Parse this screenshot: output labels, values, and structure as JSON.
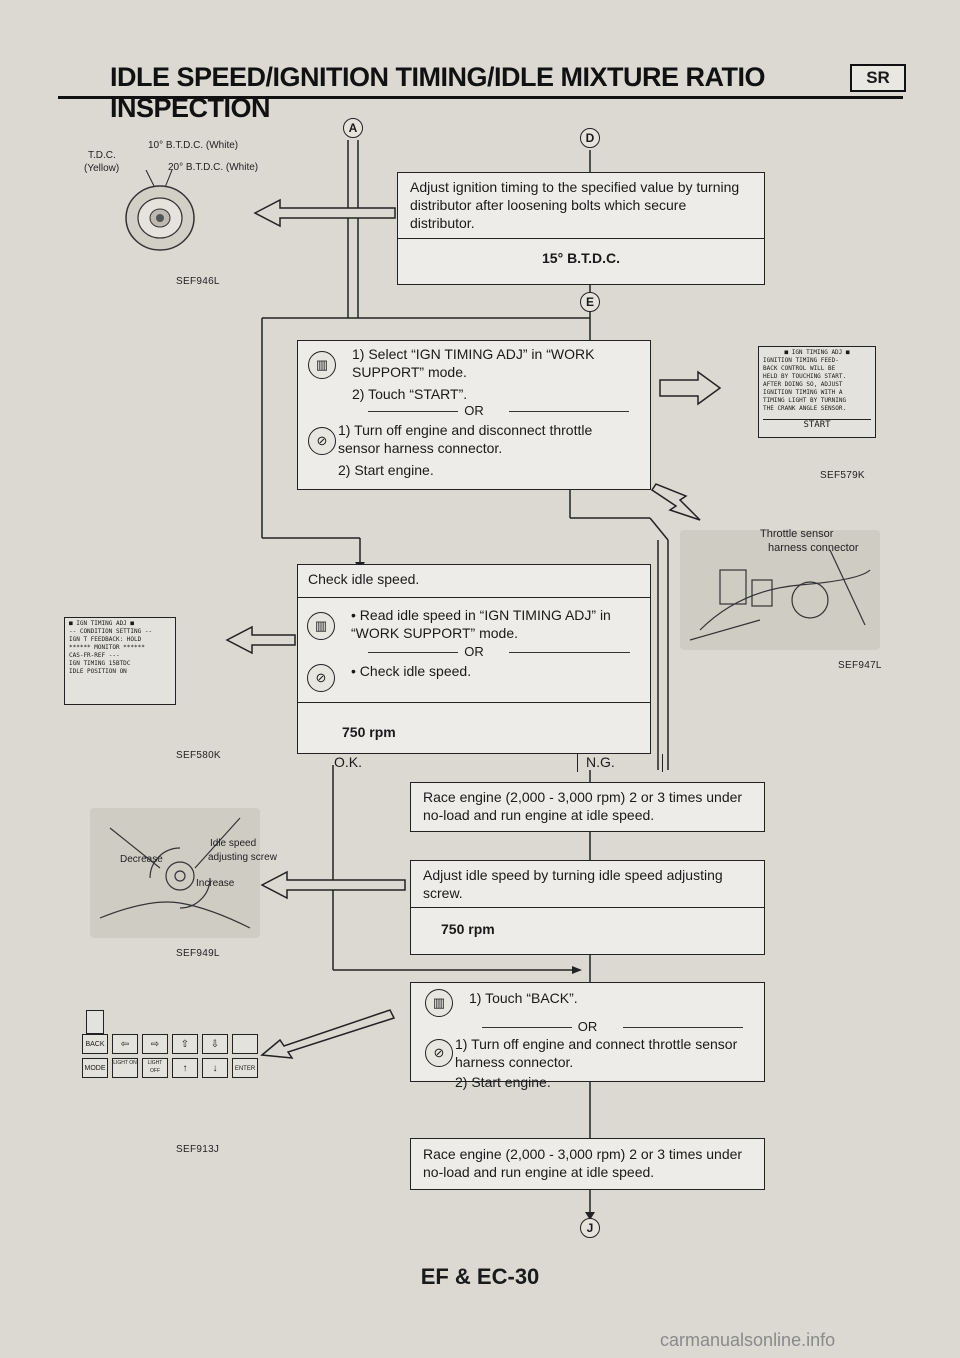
{
  "header": {
    "title": "IDLE SPEED/IGNITION TIMING/IDLE MIXTURE RATIO INSPECTION",
    "badge": "SR"
  },
  "connectors": {
    "a": "A",
    "d": "D",
    "e": "E",
    "j": "J"
  },
  "figures": {
    "timing_mark": {
      "tdc": "T.D.C.",
      "tdc_color": "(Yellow)",
      "btdc10": "10° B.T.D.C. (White)",
      "btdc20": "20° B.T.D.C. (White)",
      "code": "SEF946L"
    },
    "screen_ign": {
      "lines": [
        "■ IGN TIMING ADJ ■",
        "IGNITION TIMING FEED-",
        "BACK CONTROL WILL BE",
        "HELD BY TOUCHING START.",
        "AFTER DOING SO, ADJUST",
        "IGNITION TIMING WITH A",
        "TIMING LIGHT BY TURNING",
        "THE CRANK ANGLE SENSOR."
      ],
      "start": "START",
      "code": "SEF579K"
    },
    "throttle": {
      "label1": "Throttle sensor",
      "label2": "harness connector",
      "code": "SEF947L"
    },
    "screen_idle": {
      "lines": [
        "■ IGN TIMING ADJ ■",
        "-- CONDITION SETTING --",
        "IGN T FEEDBACK: HOLD",
        "****** MONITOR ******",
        "CAS-FR-REF    ---",
        "IGN TIMING    15BTDC",
        "IDLE POSITION   ON"
      ],
      "code": "SEF580K"
    },
    "adjust_screw": {
      "idle_speed": "Idle speed",
      "adjusting": "adjusting screw",
      "decrease": "Decrease",
      "increase": "Increase",
      "code": "SEF949L"
    },
    "keypad": {
      "row1": [
        "BACK",
        "⇦",
        "⇨",
        "⇧",
        "⇩",
        ""
      ],
      "row2": [
        "MODE",
        "LIGHT ON",
        "LIGHT OFF",
        "↑",
        "↓",
        "ENTER"
      ],
      "code": "SEF913J"
    }
  },
  "flow": {
    "step1": {
      "text": "Adjust ignition timing to the specified value by turning distributor after loosening bolts which secure distributor.",
      "spec": "15° B.T.D.C."
    },
    "step2": {
      "consult": [
        "1) Select “IGN TIMING ADJ” in “WORK SUPPORT” mode.",
        "2) Touch “START”."
      ],
      "or": "OR",
      "manual": [
        "1) Turn off engine and disconnect throttle sensor harness connector.",
        "2) Start engine."
      ]
    },
    "step3": {
      "title": "Check idle speed.",
      "consult": "• Read idle speed in “IGN TIMING ADJ” in “WORK SUPPORT” mode.",
      "or": "OR",
      "manual": "• Check idle speed.",
      "spec": "750 rpm",
      "ok": "O.K.",
      "ng": "N.G."
    },
    "step4": {
      "text": "Race engine (2,000 - 3,000 rpm) 2 or 3 times under no-load and run engine at idle speed."
    },
    "step5": {
      "text": "Adjust idle speed by turning idle speed adjusting screw.",
      "spec": "750 rpm"
    },
    "step6": {
      "consult": "1) Touch “BACK”.",
      "or": "OR",
      "manual": [
        "1) Turn off engine and connect throttle sensor harness connector.",
        "2) Start engine."
      ]
    },
    "step7": {
      "text": "Race engine (2,000 - 3,000 rpm) 2 or 3 times under no-load and run engine at idle speed."
    }
  },
  "footer": {
    "page": "EF & EC-30"
  },
  "watermark": "carmanualsonline.info"
}
